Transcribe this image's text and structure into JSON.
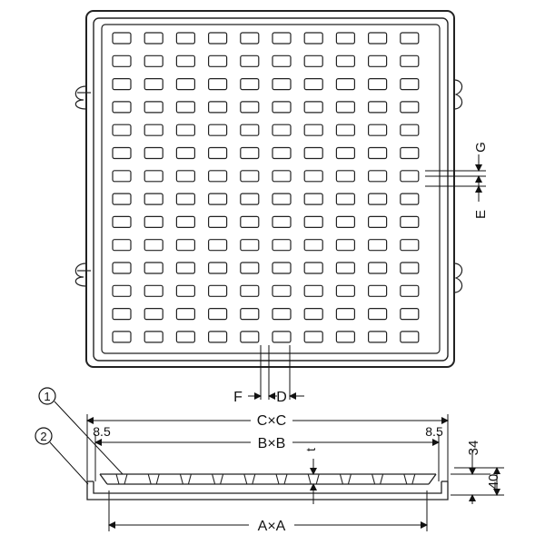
{
  "grate": {
    "rows": 14,
    "columns": 10
  },
  "labels": {
    "callout_1": "1",
    "callout_2": "2",
    "dim_cxc": "C×C",
    "dim_bxb": "B×B",
    "dim_axa": "A×A",
    "dim_left_offset": "8.5",
    "dim_right_offset": "8.5",
    "dim_f": "F",
    "dim_d": "D",
    "dim_g": "G",
    "dim_e": "E",
    "dim_t": "t",
    "dim_34": "34",
    "dim_40": "40"
  }
}
